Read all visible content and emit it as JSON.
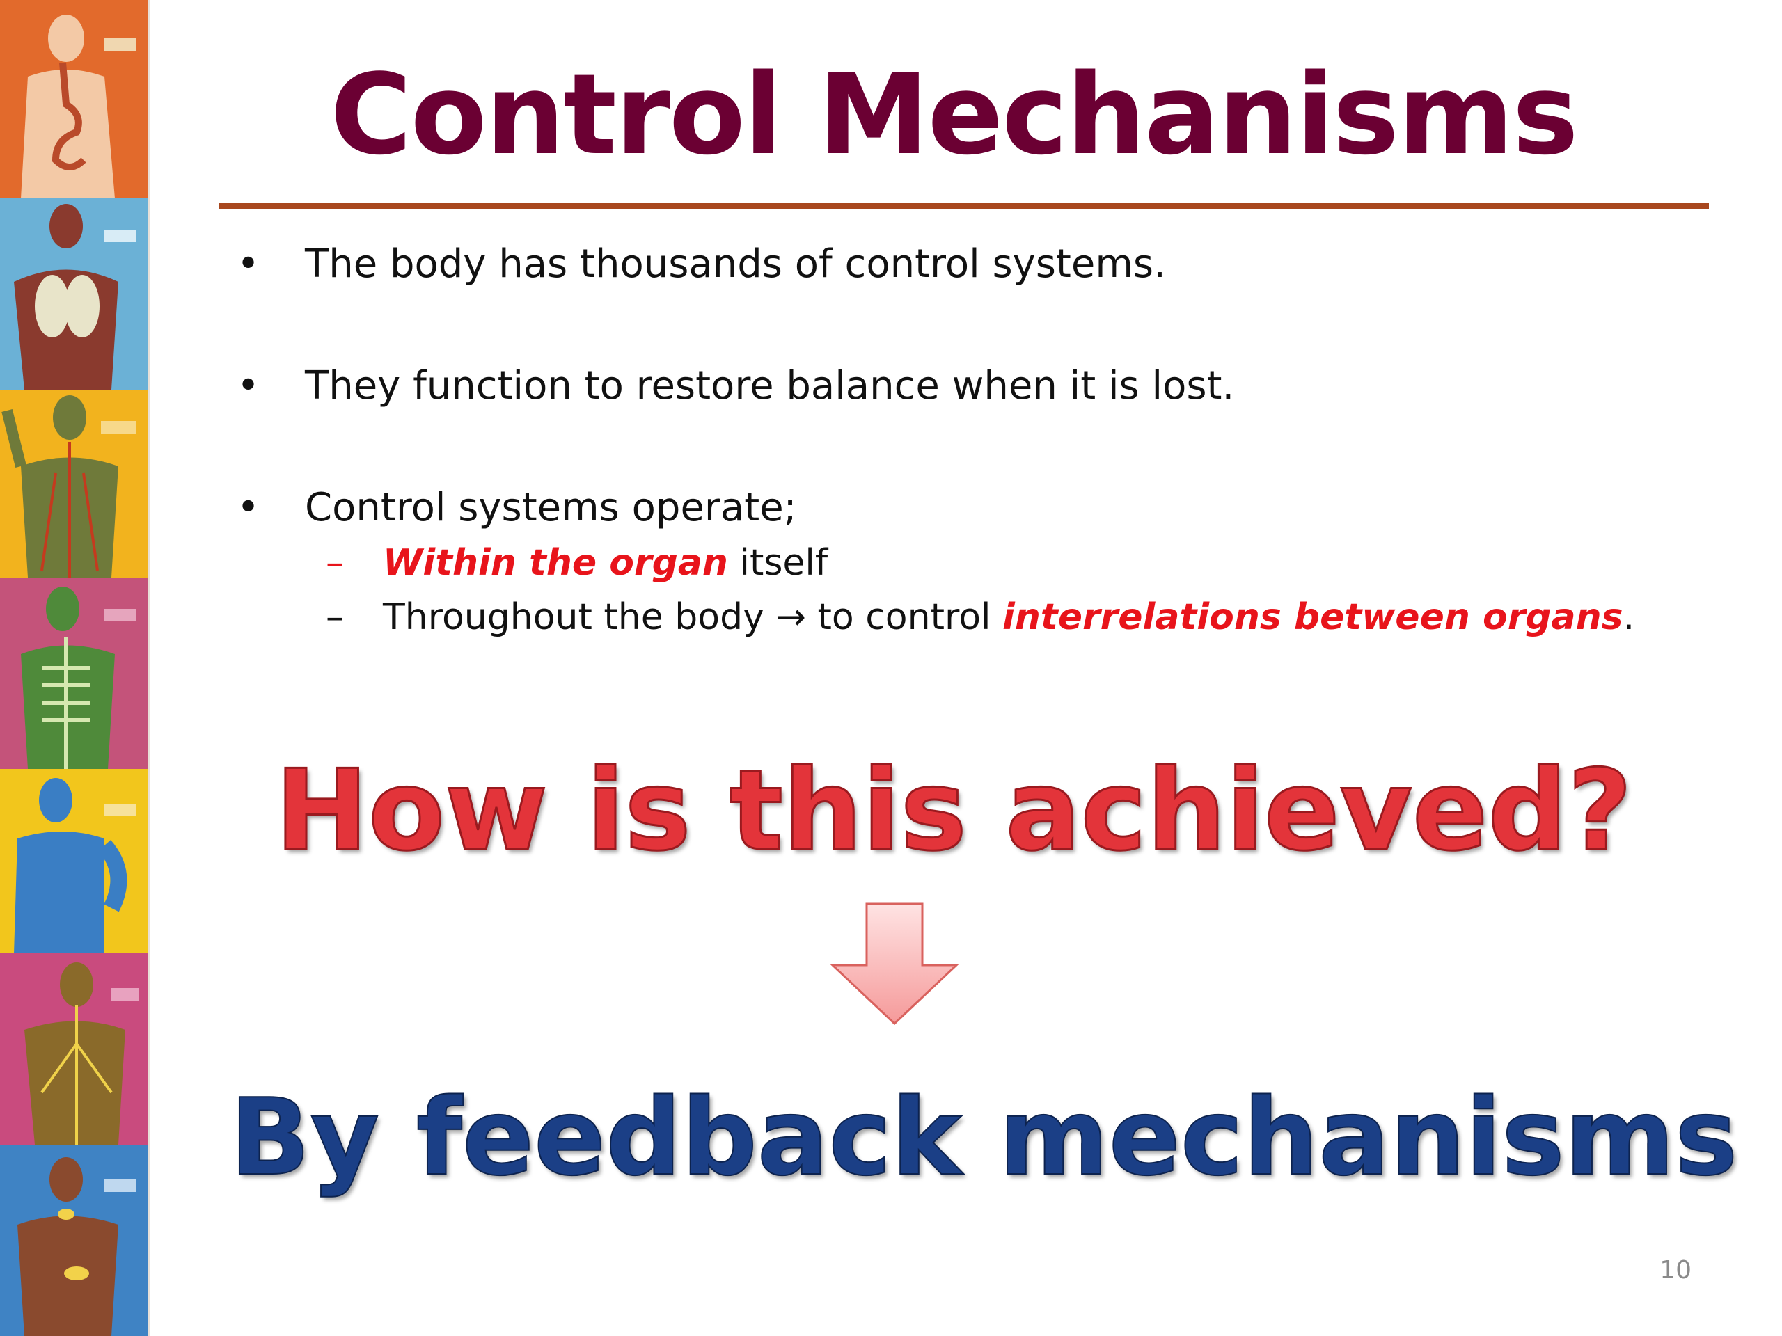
{
  "slide": {
    "title": "Control Mechanisms",
    "bullets": [
      "The body has thousands of control systems.",
      "They function to restore balance when it is lost.",
      "Control systems operate;"
    ],
    "sub1": {
      "emphasis": "Within the organ",
      "rest": " itself"
    },
    "sub2": {
      "lead": "Throughout the body → to control ",
      "emphasis": "interrelations between organs",
      "tail": "."
    },
    "question": "How is this achieved?",
    "answer": "By feedback mechanisms",
    "page_number": "10",
    "bullet_glyph": "•",
    "dash_glyph": "–"
  },
  "colors": {
    "title": "#6b0033",
    "rule": "#a8471e",
    "emphasis": "#e8141b",
    "question": "#e3343a",
    "answer": "#1b3f86",
    "strip_panels": [
      "#e26a2c",
      "#6bb1d6",
      "#f2b31e",
      "#c4537a",
      "#f2c61c",
      "#c94b7e",
      "#3f83c4"
    ]
  },
  "icons": [
    "body-systems-illustration-strip",
    "down-arrow-icon"
  ]
}
